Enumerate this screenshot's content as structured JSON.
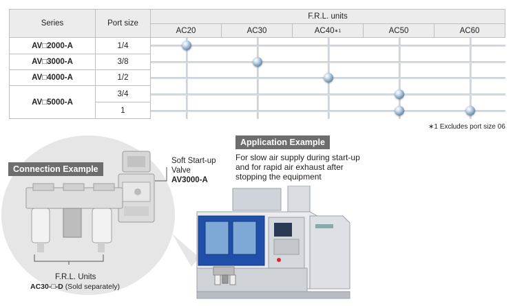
{
  "table": {
    "header": {
      "series": "Series",
      "port_size": "Port size",
      "frl_units": "F.R.L. units",
      "units": [
        "AC20",
        "AC30",
        "AC40",
        "AC50",
        "AC60"
      ],
      "ac40_sup": "∗1"
    },
    "rows": [
      {
        "series": "AV□2000-A",
        "port": "1/4"
      },
      {
        "series": "AV□3000-A",
        "port": "3/8"
      },
      {
        "series": "AV□4000-A",
        "port": "1/2"
      },
      {
        "series": "AV□5000-A",
        "port": "3/4"
      },
      {
        "series": "",
        "port": "1"
      }
    ],
    "note": "∗1  Excludes port size 06"
  },
  "connection": {
    "title": "Connection Example",
    "valve_label_1": "Soft Start-up",
    "valve_label_2": "Valve",
    "valve_model": "AV3000-A",
    "frl_label": "F.R.L. Units",
    "frl_model": "AC30-□-D",
    "frl_note": "(Sold separately)"
  },
  "application": {
    "title": "Application Example",
    "line1": "For slow air supply during start-up",
    "line2": "and for rapid air exhaust after",
    "line3": "stopping the equipment"
  },
  "colors": {
    "header_bg": "#ececec",
    "tag_bg": "#6d6d6d",
    "machine_blue": "#1f4fa8",
    "dot": "#6f8fae"
  }
}
